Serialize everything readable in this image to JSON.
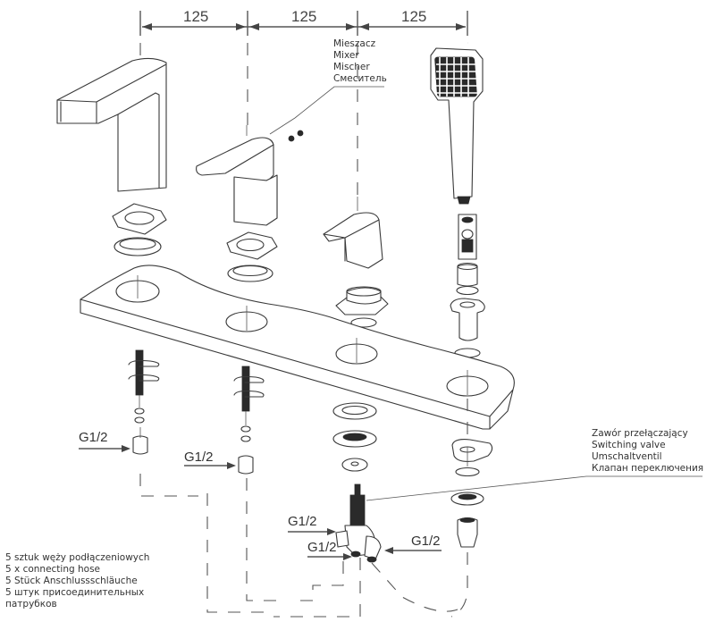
{
  "dimensions": {
    "spacing_labels": [
      "125",
      "125",
      "125"
    ],
    "unit_note": ""
  },
  "callouts": {
    "mixer": {
      "lines": [
        "Mieszacz",
        "Mixer",
        "Mischer",
        "Смеситель"
      ]
    },
    "switching_valve": {
      "lines": [
        "Zawór przełączający",
        "Switching valve",
        "Umschaltventil",
        "Клапан переключения"
      ]
    },
    "hoses": {
      "lines": [
        "5 sztuk węży podłączeniowych",
        "5 x connecting hose",
        "5 Stück Anschlussschläuche",
        "5 штук присоединительных",
        "патрубков"
      ]
    }
  },
  "connections": [
    {
      "id": "left-spout-inlet",
      "label": "G1/2"
    },
    {
      "id": "mixer-inlet",
      "label": "G1/2"
    },
    {
      "id": "valve-inlet-upper",
      "label": "G1/2"
    },
    {
      "id": "valve-inlet-lower",
      "label": "G1/2"
    },
    {
      "id": "valve-inlet-right",
      "label": "G1/2"
    }
  ],
  "components": [
    "bath-spout",
    "mixer-lever",
    "diverter-handle",
    "hand-shower",
    "deck-plate",
    "switching-valve",
    "hose-connectors"
  ],
  "colors": {
    "line": "#3a3a3a",
    "text": "#333333",
    "background": "#ffffff"
  }
}
